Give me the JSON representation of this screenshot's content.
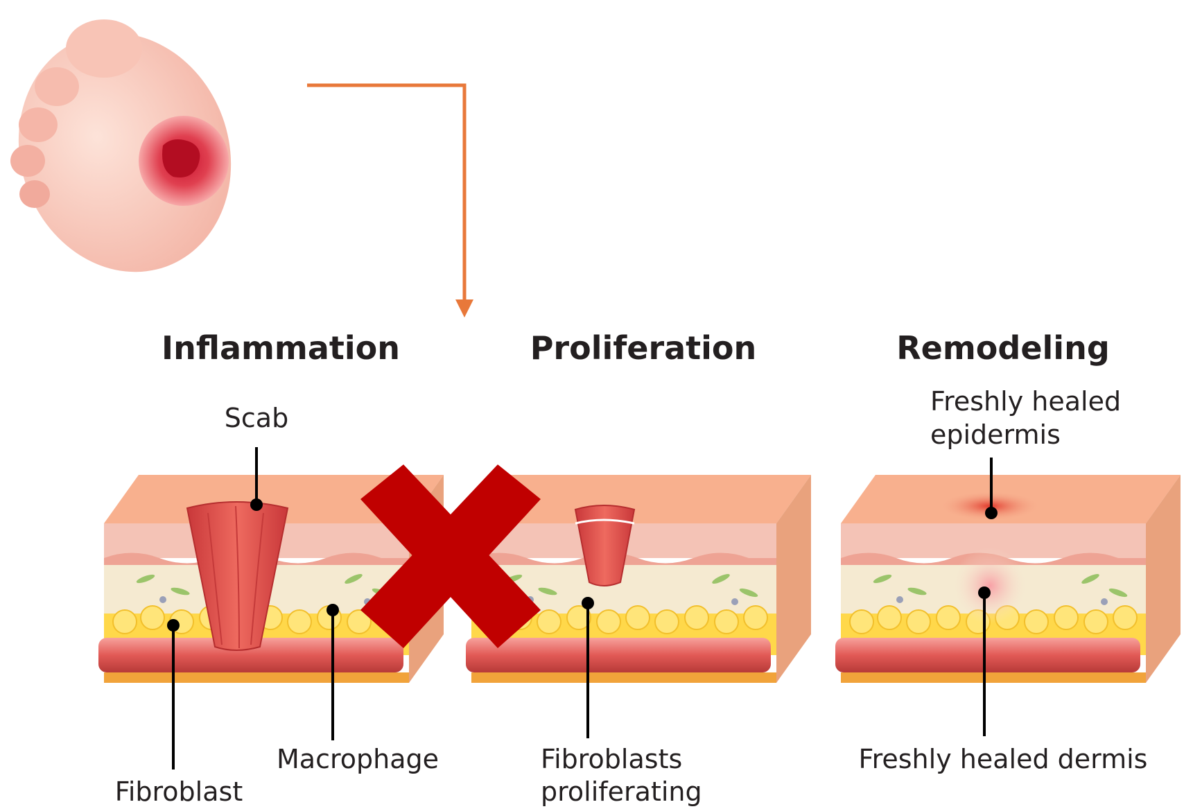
{
  "stages": [
    {
      "title": "Inflammation"
    },
    {
      "title": "Proliferation"
    },
    {
      "title": "Remodeling"
    }
  ],
  "labels": {
    "scab": "Scab",
    "fibroblast": "Fibroblast",
    "macrophage": "Macrophage",
    "fibroblasts_proliferating_line1": "Fibroblasts",
    "fibroblasts_proliferating_line2": "proliferating",
    "freshly_healed_epidermis_line1": "Freshly healed",
    "freshly_healed_epidermis_line2": "epidermis",
    "freshly_healed_dermis": "Freshly healed dermis"
  },
  "colors": {
    "arrow": "#e8783a",
    "cross": "#c00000",
    "skin_top": "#f7b594",
    "epidermis": "#f6c9bd",
    "dermis": "#f6ead3",
    "fat": "#ffd84a",
    "vessel": "#e15b58",
    "scab": "#e04b46"
  }
}
